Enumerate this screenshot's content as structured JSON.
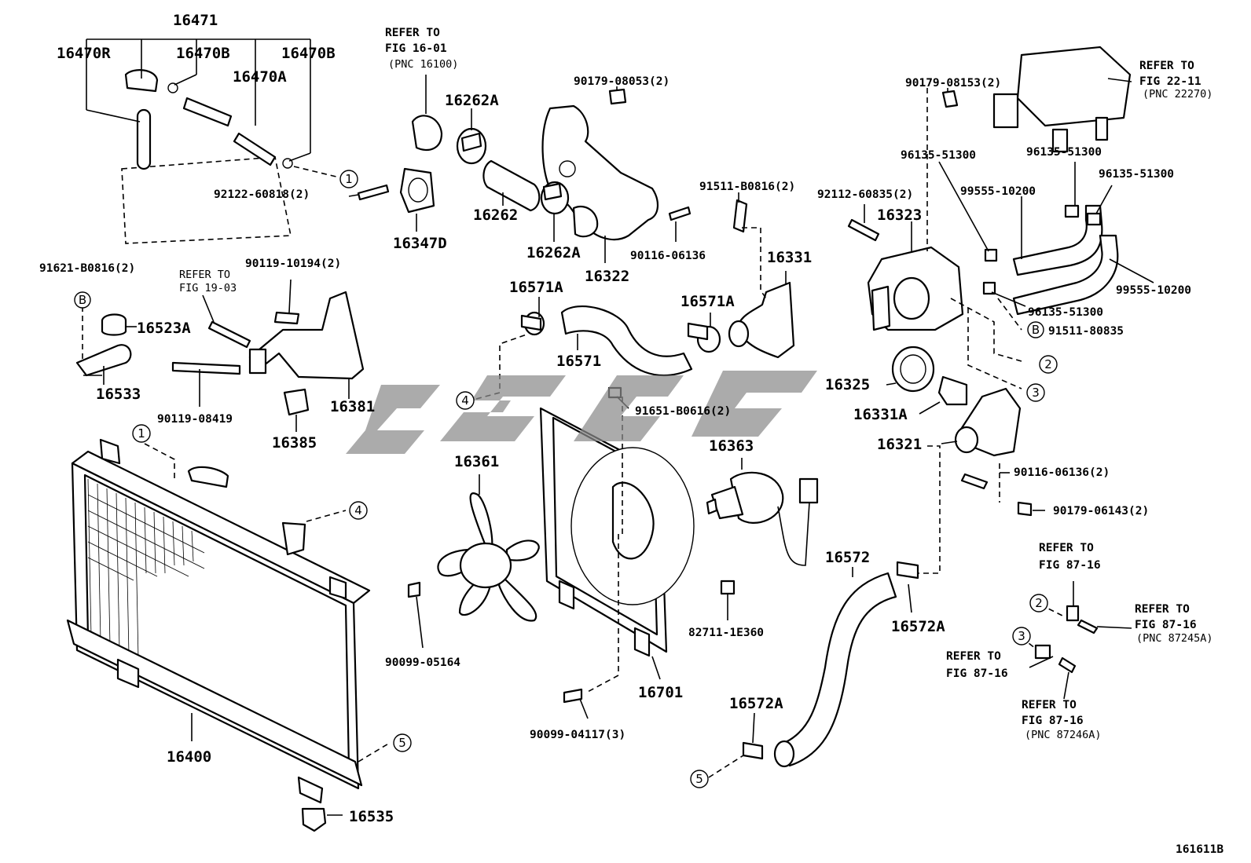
{
  "figure_code": "161611B",
  "refs": {
    "fig_16_01": [
      "REFER TO",
      "FIG 16-01",
      "(PNC 16100)"
    ],
    "fig_22_11": [
      "REFER TO",
      "FIG 22-11",
      "(PNC 22270)"
    ],
    "fig_19_03": [
      "REFER TO",
      "FIG 19-03"
    ],
    "fig_87_16_a": [
      "REFER TO",
      "FIG 87-16"
    ],
    "fig_87_16_b": [
      "REFER TO",
      "FIG 87-16",
      "(PNC 87245A)"
    ],
    "fig_87_16_c": [
      "REFER TO",
      "FIG 87-16"
    ],
    "fig_87_16_d": [
      "REFER TO",
      "FIG 87-16",
      "(PNC 87246A)"
    ]
  },
  "parts": {
    "p16471": "16471",
    "p16470r": "16470R",
    "p16470b_1": "16470B",
    "p16470b_2": "16470B",
    "p16470a": "16470A",
    "p16262a_1": "16262A",
    "p16262a_2": "16262A",
    "p16262": "16262",
    "p16347d": "16347D",
    "p16322": "16322",
    "p16323": "16323",
    "p16331": "16331",
    "p16571a_1": "16571A",
    "p16571a_2": "16571A",
    "p16571": "16571",
    "p16523a": "16523A",
    "p16533": "16533",
    "p16381": "16381",
    "p16385": "16385",
    "p16361": "16361",
    "p16363": "16363",
    "p16325": "16325",
    "p16331a": "16331A",
    "p16321": "16321",
    "p16572": "16572",
    "p16572a_1": "16572A",
    "p16572a_2": "16572A",
    "p16701": "16701",
    "p16400": "16400",
    "p16535": "16535",
    "b90179_08053": "90179-08053(2)",
    "b90179_08153": "90179-08153(2)",
    "b92122_60818": "92122-60818(2)",
    "b91511_b0816": "91511-B0816(2)",
    "b92112_60835": "92112-60835(2)",
    "b96135_51300_1": "96135-51300",
    "b96135_51300_2": "96135-51300",
    "b96135_51300_3": "96135-51300",
    "b96135_51300_4": "96135-51300",
    "b99555_10200_1": "99555-10200",
    "b99555_10200_2": "99555-10200",
    "b90116_06136_1": "90116-06136",
    "b90116_06136_2": "90116-06136(2)",
    "b91621_b0816": "91621-B0816(2)",
    "b90119_10194": "90119-10194(2)",
    "b90119_08419": "90119-08419",
    "b91511_80835": "91511-80835",
    "b91651_b0616": "91651-B0616(2)",
    "b90179_06143": "90179-06143(2)",
    "b90099_05164": "90099-05164",
    "b82711_1e360": "82711-1E360",
    "b90099_04117": "90099-04117(3)"
  },
  "callouts": {
    "c1": "1",
    "c2": "2",
    "c3": "3",
    "c4": "4",
    "c5": "5",
    "b": "B"
  },
  "watermark": {
    "color": "#8a8a8a"
  }
}
